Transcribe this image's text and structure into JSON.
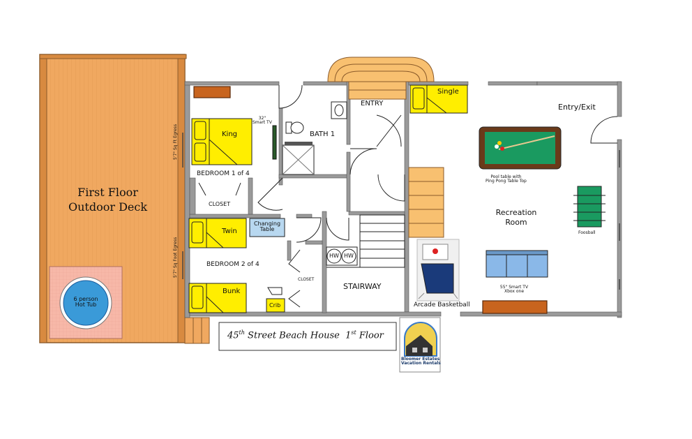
{
  "title": {
    "main": "45",
    "main_sup": "th",
    "rest": " Street Beach House  1",
    "floor_sup": "st",
    "floor": " Floor"
  },
  "labels": {
    "deck_line1": "First Floor",
    "deck_line2": "Outdoor Deck",
    "hot_tub_line1": "6 person",
    "hot_tub_line2": "Hot Tub",
    "bedroom1": "BEDROOM 1 of 4",
    "bedroom2": "BEDROOM 2 of 4",
    "closet1": "CLOSET",
    "closet2": "CLOSET",
    "king": "King",
    "twin": "Twin",
    "bunk": "Bunk",
    "crib": "Crib",
    "single": "Single",
    "tv32_line1": "32\"",
    "tv32_line2": "Smart TV",
    "bath": "BATH 1",
    "entry": "ENTRY",
    "changing_line1": "Changing",
    "changing_line2": "Table",
    "hw1": "HW",
    "hw2": "HW",
    "stairway": "STAIRWAY",
    "egress1": "5'7\" Sq Ft Egress",
    "egress2": "5'7\" Sq Foot Egress",
    "entry_exit": "Entry/Exit",
    "pool_line1": "Pool table with",
    "pool_line2": "Ping Pong Table Top",
    "rec_line1": "Recreation",
    "rec_line2": "Room",
    "foosball": "Foosball",
    "arcade": "Arcade Basketball",
    "tv55_line1": "55\" Smart TV",
    "tv55_line2": "Xbox one",
    "logo_line1": "Bloomer Estates",
    "logo_line2": "Vacation Rentals"
  },
  "colors": {
    "deck": "#f0a860",
    "hot_tub_pad": "#f7b8a8",
    "hot_tub_water": "#3a9ad8",
    "bed": "#ffee00",
    "wall": "#9a9a9a",
    "pool_felt": "#1a9a60",
    "wood": "#c8641e",
    "sofa": "#8ab8e8",
    "changing": "#b8d8f0",
    "stair_orange": "#f8c070"
  }
}
